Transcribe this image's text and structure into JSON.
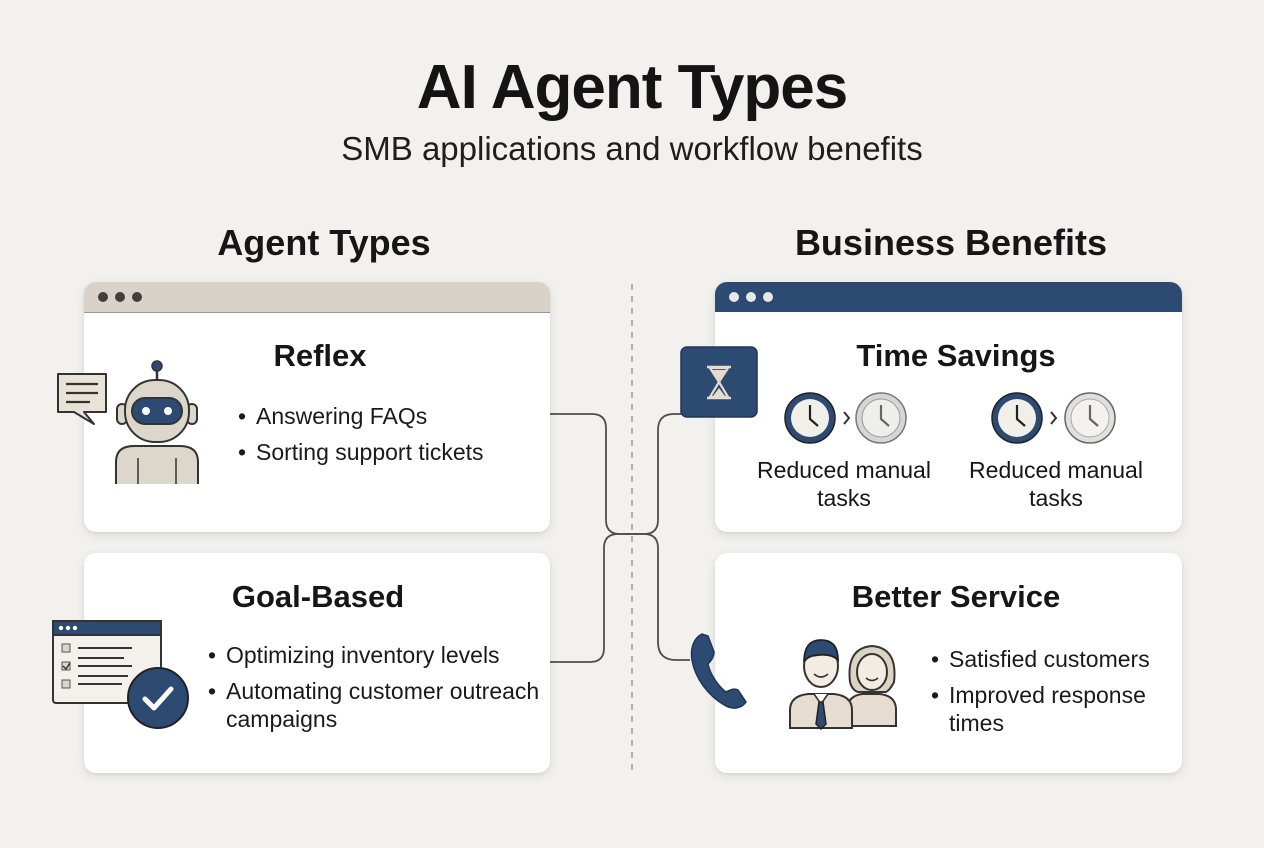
{
  "header": {
    "title": "AI Agent Types",
    "subtitle": "SMB applications and workflow benefits"
  },
  "left": {
    "heading": "Agent Types",
    "cards": [
      {
        "title": "Reflex",
        "bullets": [
          "Answering FAQs",
          "Sorting support tickets"
        ]
      },
      {
        "title": "Goal-Based",
        "bullets": [
          "Optimizing inventory levels",
          "Automating customer outreach campaigns"
        ]
      }
    ]
  },
  "right": {
    "heading": "Business Benefits",
    "time_savings": {
      "title": "Time Savings",
      "captions": [
        "Reduced manual tasks",
        "Reduced manual tasks"
      ]
    },
    "better_service": {
      "title": "Better Service",
      "bullets": [
        "Satisfied customers",
        "Improved response times"
      ]
    }
  },
  "icons": [
    "chat-bubble-icon",
    "robot-icon",
    "checklist-window-icon",
    "checkmark-icon",
    "hourglass-icon",
    "clock-icon",
    "chevron-right-icon",
    "phone-icon",
    "people-icon"
  ],
  "colors": {
    "navy": "#2c4a72",
    "beige": "#d8d2c8",
    "background": "#f3f1ed"
  }
}
